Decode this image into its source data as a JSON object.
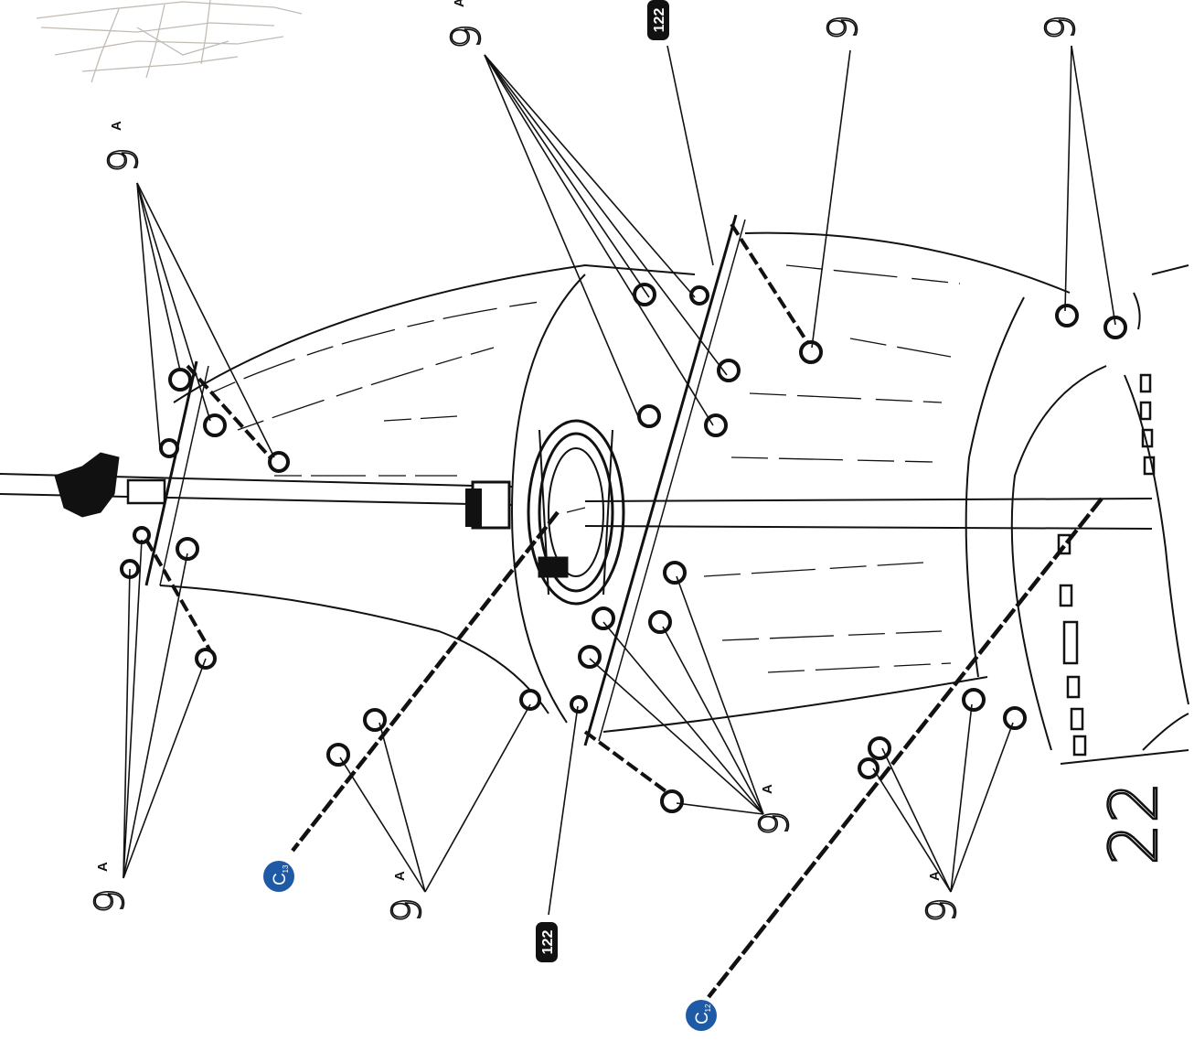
{
  "callouts": {
    "part_9a": {
      "number": "9",
      "suffix": "A"
    },
    "part_122": {
      "number": "122"
    },
    "cable_c13": {
      "letter": "C",
      "sub": "13"
    },
    "cable_c12": {
      "letter": "C",
      "sub": "12"
    }
  },
  "step_number": "22",
  "colors": {
    "ink": "#111111",
    "blue_badge": "#1f5aa6",
    "black_badge": "#111111",
    "faint_sketch": "#b8b0a6"
  }
}
